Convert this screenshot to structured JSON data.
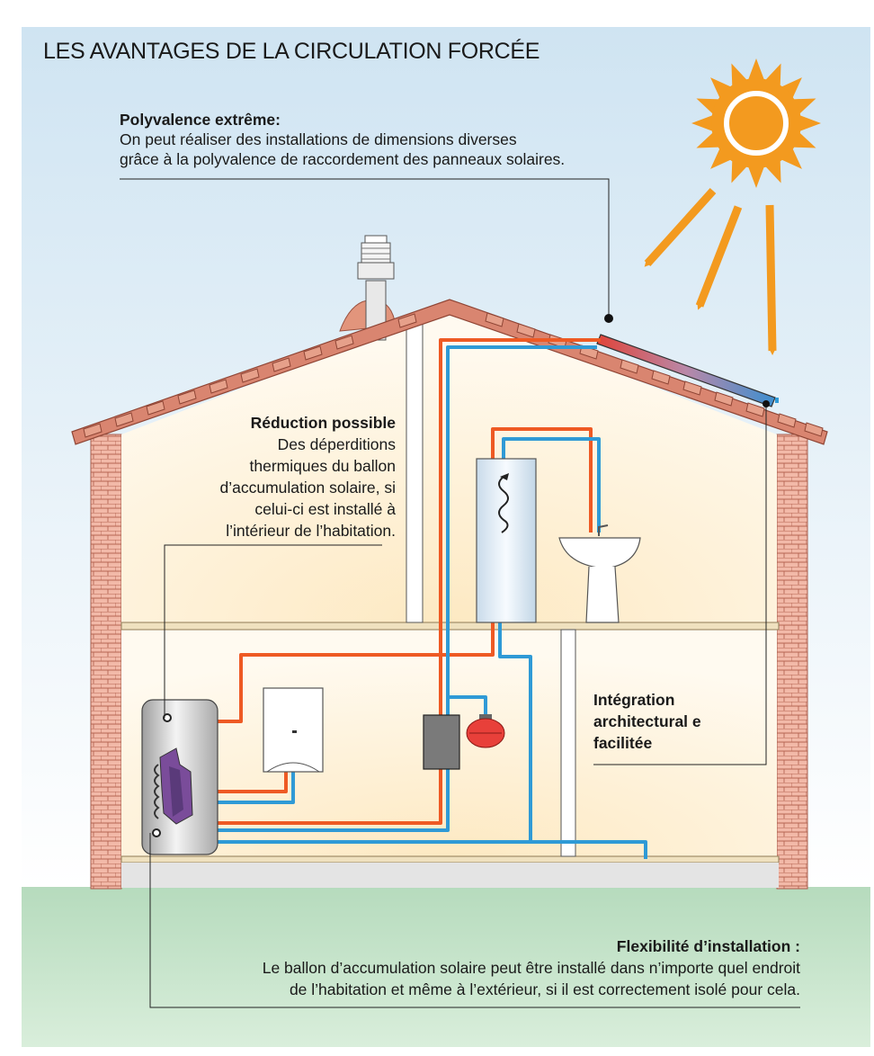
{
  "title": "LES AVANTAGES DE LA CIRCULATION FORCÉE",
  "annotations": {
    "polyvalence": {
      "heading": "Polyvalence extrême:",
      "line1": "On peut réaliser des installations de dimensions diverses",
      "line2": "grâce à la polyvalence de raccordement des panneaux solaires."
    },
    "reduction": {
      "heading": "Réduction possible",
      "line1": "Des déperditions",
      "line2": "thermiques du ballon",
      "line3": "d’accumulation solaire, si",
      "line4": "celui-ci est installé à",
      "line5": "l’intérieur de l’habitation."
    },
    "integration": {
      "line1": "Intégration",
      "line2": "architectural e",
      "line3": "facilitée"
    },
    "flexibilite": {
      "heading": "Flexibilité d’installation :",
      "line1": "Le ballon d’accumulation solaire peut être installé dans n’importe quel endroit",
      "line2": "de l’habitation et même à l’extérieur, si il est correctement isolé pour cela."
    }
  },
  "colors": {
    "sky_top": "#cfe4f2",
    "ground": "#b7dcbd",
    "hot_pipe": "#ee5a24",
    "cold_pipe": "#2f9ad6",
    "sun": "#f39a1f",
    "brick": "#e9a898",
    "roof_tile": "#d98570"
  },
  "icons": [
    "sun-icon",
    "solar-panel-icon",
    "chimney-icon",
    "storage-tank-icon",
    "boiler-icon",
    "control-unit-icon",
    "expansion-vessel-icon",
    "water-heater-icon",
    "sink-icon"
  ]
}
